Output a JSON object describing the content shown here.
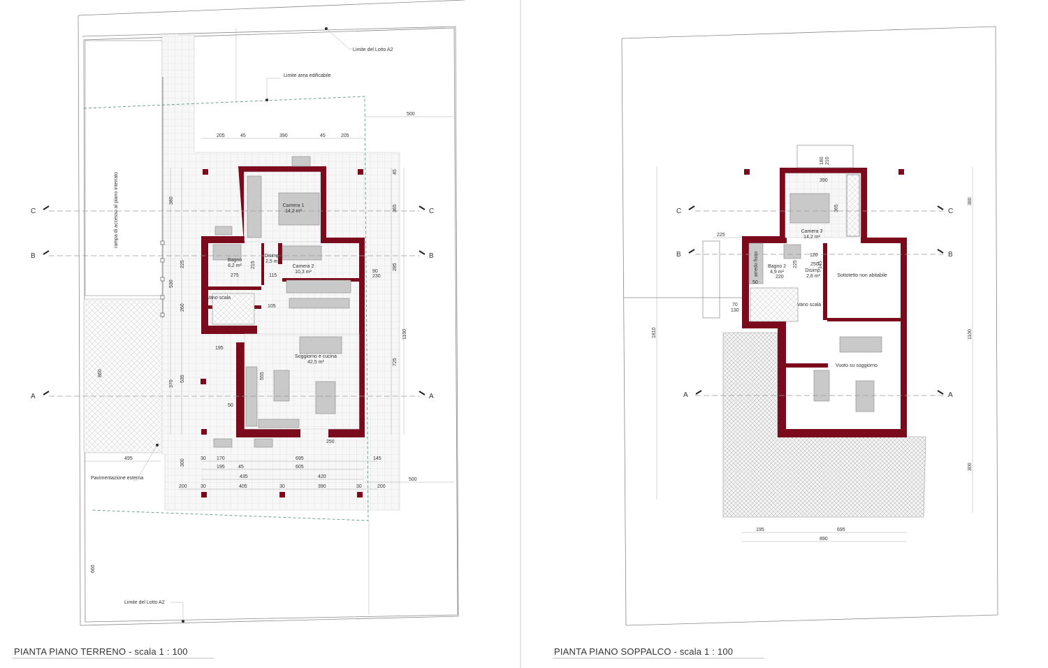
{
  "colors": {
    "wall": "#7a0a1c",
    "paving": "#f2f2f2",
    "boundary": "#5a9a80"
  },
  "left_plan": {
    "caption": "PIANTA PIANO TERRENO - scala 1 : 100",
    "annotations": {
      "lot_limit_top": "Limite del Lotto A2",
      "buildable_area": "Limite area edificabile",
      "ramp": "rampa di accesso al piano interrato",
      "external_paving": "Pavimentazione esterna",
      "lot_limit_bottom": "Limite del Lotto A2"
    },
    "rooms": {
      "camera1": "Camera 1",
      "camera1_area": "14,2 m²",
      "bagno": "Bagno",
      "bagno_area": "6,2 m²",
      "disimp": "Disimp.",
      "disimp_area": "2,5 m²",
      "camera2": "Camera 2",
      "camera2_area": "10,3 m²",
      "vano_scala": "Vano scala",
      "soggiorno": "Soggiorno e cucina",
      "soggiorno_area": "42,5 m²"
    },
    "sections": {
      "c": "C",
      "b": "B",
      "a": "A"
    },
    "dims_top": [
      "205",
      "45",
      "390",
      "45",
      "205"
    ],
    "dims_bottom_1": [
      "30",
      "170",
      "695",
      "145"
    ],
    "dims_bottom_2": [
      "195",
      "45",
      "605"
    ],
    "dims_bottom_3": [
      "435",
      "420"
    ],
    "dims_bottom_4": [
      "200",
      "30",
      "405",
      "30",
      "390",
      "30",
      "200"
    ],
    "dims_misc": {
      "d500a": "500",
      "d500b": "500",
      "d495": "495",
      "d860": "860",
      "d1100": "1100",
      "d365": "365",
      "d285": "285",
      "d725": "725",
      "d380": "380",
      "d370": "370",
      "d535": "535",
      "d555": "555",
      "d530": "530",
      "d260": "260",
      "d225": "225",
      "d300": "300",
      "d90": "90",
      "d230": "230",
      "d275": "275",
      "d115": "115",
      "d195": "195",
      "d105": "105",
      "d215": "215",
      "d45": "45",
      "d250": "250",
      "d50": "50",
      "d660": "660"
    }
  },
  "right_plan": {
    "caption": "PIANTA PIANO SOPPALCO - scala 1 : 100",
    "rooms": {
      "camera3": "Camera 3",
      "camera3_area": "14,2 m²",
      "bagno2": "Bagno 2",
      "bagno2_area": "4,9 m²",
      "disimp": "Disimp.",
      "disimp_area": "2,8 m²",
      "arredo": "arredo fisso",
      "sottotetto": "Sottotetto non abitabile",
      "vano_scala": "Vano scala",
      "vuoto": "Vuoto su soggiorno"
    },
    "sections": {
      "c": "C",
      "b": "B",
      "a": "A"
    },
    "dims_misc": {
      "d390": "390",
      "d365": "365",
      "d225": "225",
      "d120": "120",
      "d220": "220",
      "d50": "50",
      "d70": "70",
      "d130": "130",
      "d1810": "1810",
      "d1100": "1100",
      "d380": "380",
      "d300": "300",
      "d195": "195",
      "d695": "695",
      "d890": "890",
      "d180": "180",
      "d210": "210",
      "d145": "145",
      "d250": "250",
      "d225b": "225"
    }
  }
}
